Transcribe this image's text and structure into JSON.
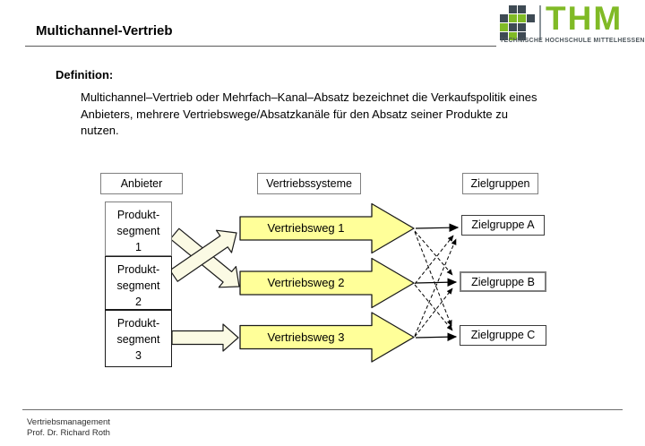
{
  "slide": {
    "title": "Multichannel-Vertrieb",
    "definition_label": "Definition:",
    "definition_lines": [
      "Multichannel–Vertrieb oder Mehrfach–Kanal–Absatz bezeichnet die Verkaufspolitik eines",
      "Anbieters, mehrere Vertriebswege/Absatzkanäle für den Absatz seiner Produkte zu",
      "nutzen."
    ],
    "footer": {
      "line1": "Vertriebsmanagement",
      "line2": "Prof. Dr. Richard Roth"
    }
  },
  "logo": {
    "acronym": "THM",
    "wordmark": "TECHNISCHE HOCHSCHULE MITTELHESSEN",
    "green": "#80BA26",
    "dark_square": "#3E4A54"
  },
  "diagram": {
    "column_headers": [
      {
        "label": "Anbieter"
      },
      {
        "label": "Vertriebssysteme"
      },
      {
        "label": "Zielgruppen"
      }
    ],
    "product_segments": [
      {
        "line1": "Produkt-",
        "line2": "segment",
        "number": "1"
      },
      {
        "line1": "Produkt-",
        "line2": "segment",
        "number": "2"
      },
      {
        "line1": "Produkt-",
        "line2": "segment",
        "number": "3"
      }
    ],
    "channels": [
      {
        "label": "Vertriebsweg 1"
      },
      {
        "label": "Vertriebsweg 2"
      },
      {
        "label": "Vertriebsweg 3"
      }
    ],
    "target_groups": [
      {
        "label": "Zielgruppe A"
      },
      {
        "label": "Zielgruppe B"
      },
      {
        "label": "Zielgruppe C"
      }
    ],
    "colors": {
      "channel_arrow_fill": "#FFFF99",
      "feeder_arrow_fill": "#FBFAE4",
      "outline": "#1a1a1a"
    }
  }
}
